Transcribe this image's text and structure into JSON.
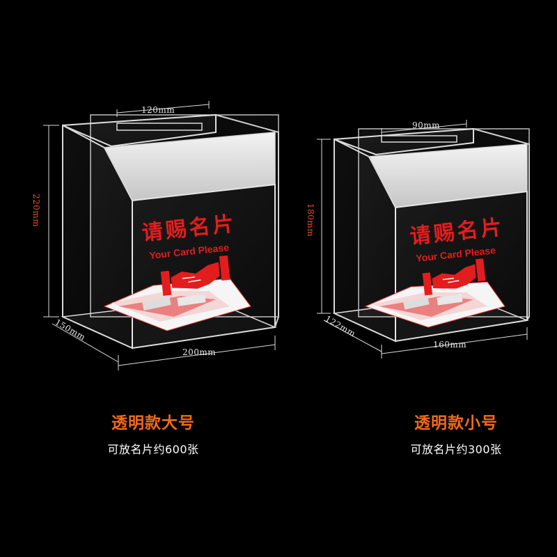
{
  "large": {
    "top_width": "120mm",
    "height": "220mm",
    "depth": "150mm",
    "bottom_width": "200mm",
    "sign_cn": "请赐名片",
    "sign_en": "Your Card Please",
    "title": "透明款大号",
    "subtitle": "可放名片约600张"
  },
  "small": {
    "top_width": "90mm",
    "height": "180mm",
    "depth": "122mm",
    "bottom_width": "160mm",
    "sign_cn": "请赐名片",
    "sign_en": "Your Card Please",
    "title": "透明款小号",
    "subtitle": "可放名片约300张"
  },
  "colors": {
    "background": "#000000",
    "accent_orange": "#f26a1b",
    "sign_red": "#e31d1d",
    "dimension_red": "#e2542a"
  }
}
